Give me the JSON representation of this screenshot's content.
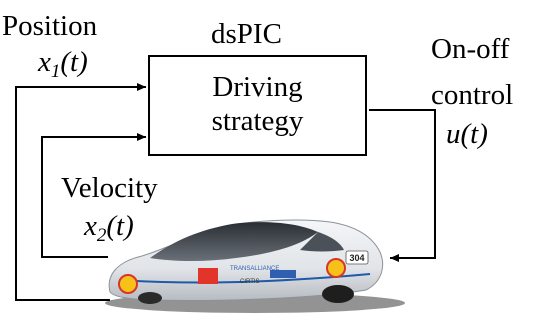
{
  "controller": {
    "name": "dsPIC",
    "block_line1": "Driving",
    "block_line2": "strategy"
  },
  "inputs": {
    "position_label": "Position",
    "position_var": "x",
    "position_sub": "1",
    "position_arg": "(t)",
    "velocity_label": "Velocity",
    "velocity_var": "x",
    "velocity_sub": "2",
    "velocity_arg": "(t)"
  },
  "output": {
    "label_line1": "On-off",
    "label_line2": "control",
    "var": "u",
    "arg": "(t)"
  },
  "vehicle": {
    "race_number": "304",
    "sponsor_1": "TRANSALLIANCE",
    "sponsor_2": "CIRTIS"
  }
}
